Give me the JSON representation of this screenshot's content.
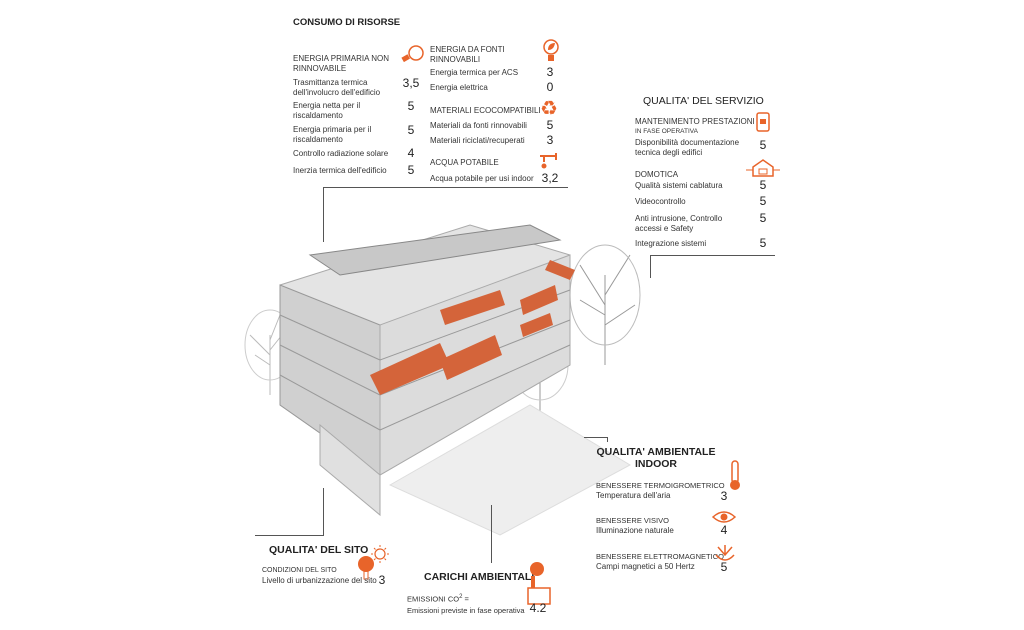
{
  "consumo": {
    "title": "CONSUMO DI RISORSE",
    "non_rinnovabile": {
      "heading": "ENERGIA PRIMARIA NON RINNOVABILE",
      "items": [
        {
          "label": "Trasmittanza termica dell'involucro dell'edificio",
          "value": "3,5"
        },
        {
          "label": "Energia netta per il riscaldamento",
          "value": "5"
        },
        {
          "label": "Energia primaria per il riscaldamento",
          "value": "5"
        },
        {
          "label": "Controllo radiazione solare",
          "value": "4"
        },
        {
          "label": "Inerzia termica dell'edificio",
          "value": "5"
        }
      ]
    },
    "rinnovabili": {
      "heading": "ENERGIA DA FONTI RINNOVABILI",
      "items": [
        {
          "label": "Energia termica per ACS",
          "value": "3"
        },
        {
          "label": "Energia elettrica",
          "value": "0"
        }
      ]
    },
    "materiali": {
      "heading": "MATERIALI ECOCOMPATIBILI",
      "items": [
        {
          "label": "Materiali da fonti rinnovabili",
          "value": "5"
        },
        {
          "label": "Materiali riciclati/recuperati",
          "value": "3"
        }
      ]
    },
    "acqua": {
      "heading": "ACQUA POTABILE",
      "items": [
        {
          "label": "Acqua potabile per usi indoor",
          "value": "3,2"
        }
      ]
    }
  },
  "servizio": {
    "title": "QUALITA' DEL SERVIZIO",
    "mantenimento": {
      "heading": "MANTENIMENTO PRESTAZIONI",
      "subheading": "IN FASE OPERATIVA",
      "items": [
        {
          "label": "Disponibilità documentazione tecnica degli edifici",
          "value": "5"
        }
      ]
    },
    "domotica": {
      "heading": "DOMOTICA",
      "items": [
        {
          "label": "Qualità sistemi cablatura",
          "value": "5"
        },
        {
          "label": "Videocontrollo",
          "value": "5"
        },
        {
          "label": "Anti intrusione, Controllo accessi e Safety",
          "value": "5"
        },
        {
          "label": "Integrazione sistemi",
          "value": "5"
        }
      ]
    }
  },
  "indoor": {
    "title_1": "QUALITA' AMBIENTALE",
    "title_2": "INDOOR",
    "groups": [
      {
        "heading": "BENESSERE TERMOIGROMETRICO",
        "label": "Temperatura dell'aria",
        "value": "3"
      },
      {
        "heading": "BENESSERE VISIVO",
        "label": "Illuminazione naturale",
        "value": "4"
      },
      {
        "heading": "BENESSERE ELETTROMAGNETICO",
        "label": "Campi magnetici a 50 Hertz",
        "value": "5"
      }
    ]
  },
  "sito": {
    "title": "QUALITA' DEL SITO",
    "heading": "CONDIZIONI DEL SITO",
    "label": "Livello di urbanizzazione del sito",
    "value": "3"
  },
  "carichi": {
    "title": "CARICHI AMBIENTALI",
    "heading": "EMISSIONI CO",
    "heading_sup": "2",
    "heading_suffix": " =",
    "label": "Emissioni previste in fase operativa",
    "value": "4.2"
  },
  "colors": {
    "accent": "#e8642a",
    "text": "#333333"
  }
}
